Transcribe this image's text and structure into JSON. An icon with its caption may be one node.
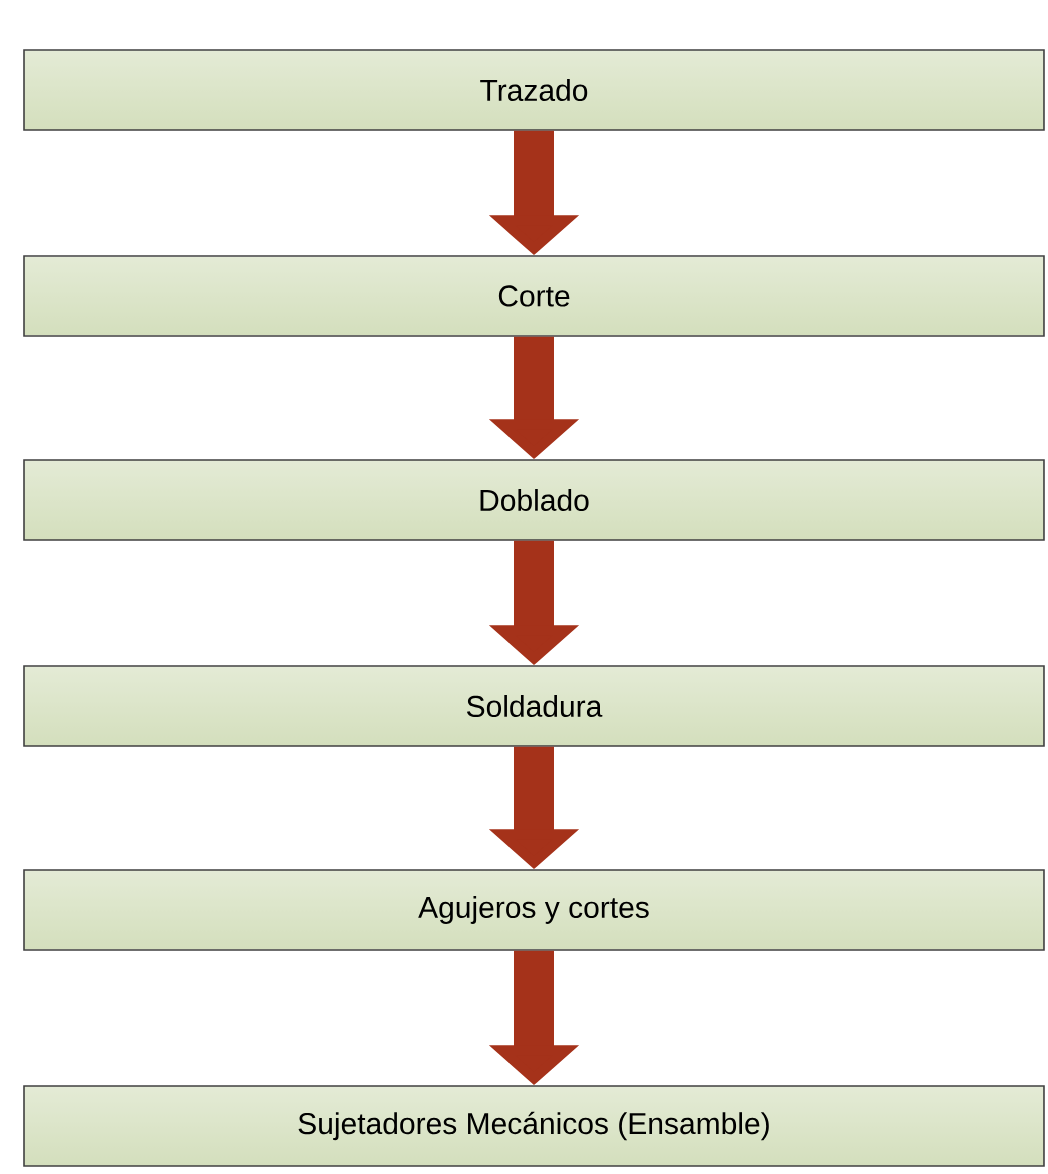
{
  "diagram": {
    "nodes": [
      {
        "text": [
          "Trazado"
        ]
      },
      {
        "text": [
          "Corte"
        ]
      },
      {
        "text": [
          "Doblado"
        ]
      },
      {
        "text": [
          "Soldadura"
        ]
      },
      {
        "text": [
          "Agujeros y cortes"
        ]
      },
      {
        "text": [
          "Sujetadores Mecánicos (Ensamble)"
        ]
      }
    ],
    "edges": [
      {
        "from": 0,
        "to": 1,
        "arrow": "to"
      },
      {
        "from": 1,
        "to": 2,
        "arrow": "to"
      },
      {
        "from": 2,
        "to": 3,
        "arrow": "to"
      },
      {
        "from": 3,
        "to": 4,
        "arrow": "to"
      },
      {
        "from": 4,
        "to": 5,
        "arrow": "to"
      }
    ]
  }
}
